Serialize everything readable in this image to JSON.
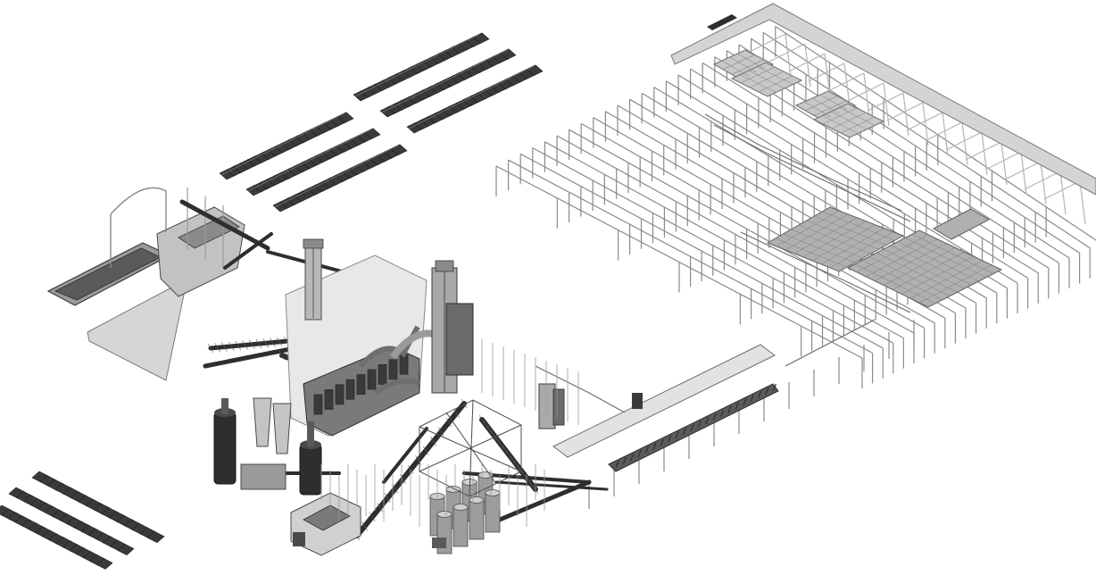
{
  "figure": {
    "type": "isometric-plant-layout",
    "background": "#ffffff",
    "colors": {
      "structure_line": "#8a8a8a",
      "structure_light": "#b5b5b5",
      "stockpile_dark": "#3a3a3a",
      "equipment_dark": "#2e2e2e",
      "equipment_mid": "#6e6e6e",
      "panel_fill": "#c8c8c8",
      "panel_dark": "#7a7a7a"
    },
    "components": [
      "raw-material-stockpiles",
      "reclaim-stockpiles",
      "receiving-hopper",
      "belt-conveyors",
      "dryers-cyclones",
      "presses-towers",
      "storage-silos",
      "shed-frame",
      "roof-panels",
      "kiln-line"
    ]
  }
}
